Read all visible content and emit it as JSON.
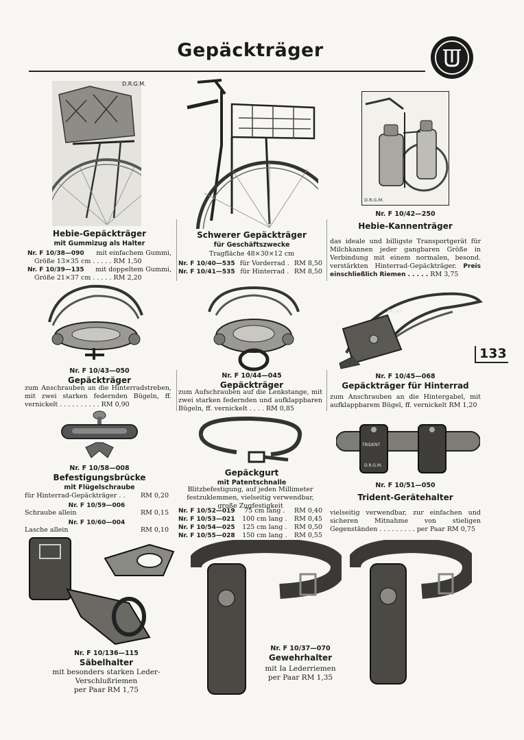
{
  "header": {
    "title": "Gepäckträger",
    "page_number": "133"
  },
  "products": {
    "hebie_rear": {
      "stamp": "D.R.G.M.",
      "name": "Hebie-Gepäckträger",
      "subtitle": "mit Gummizug als Halter",
      "rows": [
        {
          "nr": "Nr. F 10/38—090",
          "text": "mit einfachem Gummi,"
        },
        {
          "nr": "",
          "text": "Größe 13×35 cm . . . . . RM 1,50"
        },
        {
          "nr": "Nr. F 10/39—135",
          "text": "mit doppeltem Gummi,"
        },
        {
          "nr": "",
          "text": "Größe 21×37 cm . . . . . RM 2,20"
        }
      ]
    },
    "heavy": {
      "name": "Schwerer Gepäckträger",
      "subtitle": "für Geschäftszwecke",
      "area": "Tragfläche 48×30×12 cm",
      "rows": [
        {
          "nr": "Nr. F 10/40—535",
          "text": "für Vorderrad .",
          "price": "RM 8,50"
        },
        {
          "nr": "Nr. F 10/41—535",
          "text": "für Hinterrad .",
          "price": "RM 8,50"
        }
      ]
    },
    "kannen": {
      "stamp": "D.R.G.M.",
      "nr": "Nr. F 10/42—250",
      "name": "Hebie-Kannenträger",
      "desc": "das ideale und billigste Transportgerät für Milchkannen jeder gangbaren Größe in Verbindung mit einem normalen, besond. verstärkten Hinterrad-Gepäckträger.",
      "price_label": "Preis einschließlich Riemen . . . . .",
      "price": "RM 3,75"
    },
    "strut": {
      "nr": "Nr. F 10/43—050",
      "name": "Gepäckträger",
      "desc": "zum Anschrauben an die Hinterradstreben, mit zwei starken federnden Bügeln, ff. vernickelt . . . . . . . . . .",
      "price": "RM 0,90"
    },
    "handlebar": {
      "nr": "Nr. F 10/44—045",
      "name": "Gepäckträger",
      "desc": "zum Aufschrauben auf die Lenkstange, mit zwei starken federnden und aufklappbaren Bügeln, ff. vernickelt . . . .",
      "price": "RM 0,85"
    },
    "rearfork": {
      "nr": "Nr. F 10/45—068",
      "name": "Gepäckträger für Hinterrad",
      "desc": "zum Anschrauben an die Hintergabel, mit aufklappbarem Bügel, ff. vernickelt",
      "price": "RM 1,20",
      "stamp_label": "PAGAS"
    },
    "bridge": {
      "nr": "Nr. F 10/58—008",
      "name": "Befestigungsbrücke",
      "subtitle": "mit Flügelschraube",
      "rows": [
        {
          "pre": "",
          "text": "für Hinterrad-Gepäckträger . .",
          "price": "RM 0,20"
        },
        {
          "pre": "Nr. F 10/59—006",
          "text": "Schraube allein",
          "price": "RM 0,15"
        },
        {
          "pre": "Nr. F 10/60—004",
          "text": "Lasche allein",
          "price": "RM 0,10"
        }
      ]
    },
    "strap": {
      "name": "Gepäckgurt",
      "subtitle": "mit Patentschnalle",
      "desc": "Blitzbefestigung, auf jeden Millimeter festzuklemmen, vielseitig verwendbar, große Zugfestigkeit",
      "rows": [
        {
          "nr": "Nr. F 10/52—019",
          "len": "75 cm lang .",
          "price": "RM 0,40"
        },
        {
          "nr": "Nr. F 10/53—021",
          "len": "100 cm lang .",
          "price": "RM 0,45"
        },
        {
          "nr": "Nr. F 10/54—025",
          "len": "125 cm lang .",
          "price": "RM 0,50"
        },
        {
          "nr": "Nr. F 10/55—028",
          "len": "150 cm lang .",
          "price": "RM 0,55"
        }
      ]
    },
    "trident": {
      "nr": "Nr. F 10/51—050",
      "name": "Trident-Gerätehalter",
      "desc": "vielseitig verwendbar, zur einfachen und sicheren Mitnahme von stieligen Gegenständen . . . . . . . . . per Paar",
      "price": "RM 0,75",
      "label": "TRIDENT",
      "stamp": "D.R.G.M."
    },
    "saber": {
      "nr": "Nr. F 10/136—115",
      "name": "Säbelhalter",
      "desc": "mit besonders starken Leder-Verschlußriemen",
      "price": "per Paar RM 1,75"
    },
    "rifle": {
      "nr": "Nr. F 10/37—070",
      "name": "Gewehrhalter",
      "desc": "mit Ia Lederriemen",
      "price": "per Paar RM 1,35"
    }
  }
}
